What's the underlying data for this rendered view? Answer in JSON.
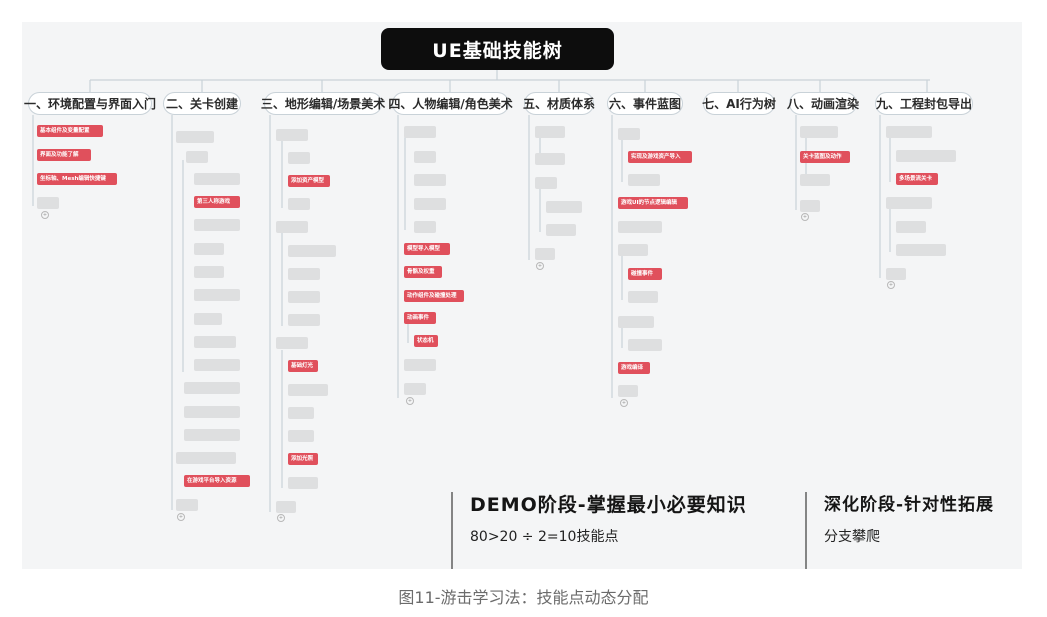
{
  "root": "UE基础技能树",
  "branches": [
    "一、环境配置与界面入门",
    "二、关卡创建",
    "三、地形编辑/场景美术",
    "四、人物编辑/角色美术",
    "五、材质体系",
    "六、事件蓝图",
    "七、AI行为树",
    "八、动画渲染",
    "九、工程封包导出"
  ],
  "branch_leaves": {
    "b1": [
      "基本组件及变量配置",
      "界面及功能了解",
      "坐标轴、Mesh编辑快捷键"
    ],
    "b2": [
      "第三人称游戏",
      "在游戏平台导入资源"
    ],
    "b3": [
      "添加资产模型",
      "基础灯光",
      "添加光照"
    ],
    "b4": [
      "模型导入模型",
      "骨骼及权重",
      "动作组件及碰撞处理",
      "动画事件",
      "状态机"
    ],
    "b6": [
      "实现及游戏资产导入",
      "游戏UI的节点逻辑编辑",
      "碰撞事件",
      "游戏编译"
    ],
    "b8": [
      "关卡蓝图及动作"
    ],
    "b9": [
      "多场景流关卡"
    ]
  },
  "panels": {
    "demo_title": "DEMO阶段-掌握最小必要知识",
    "demo_sub": "80>20 ÷ 2=10技能点",
    "deep_title": "深化阶段-针对性拓展",
    "deep_sub": "分支攀爬"
  },
  "caption": "图11-游击学习法：技能点动态分配",
  "colors": {
    "root_bg": "#0d0d0d",
    "highlight": "#e0505c",
    "line": "#c9d2d8"
  }
}
